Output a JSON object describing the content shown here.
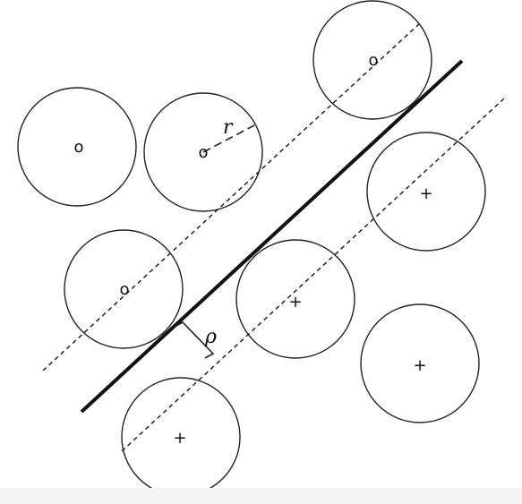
{
  "labels": {
    "radius": "r",
    "margin": "ρ"
  },
  "points": [
    {
      "cls": "o"
    },
    {
      "cls": "o"
    },
    {
      "cls": "o"
    },
    {
      "cls": "o"
    },
    {
      "cls": "+"
    },
    {
      "cls": "+"
    },
    {
      "cls": "+"
    },
    {
      "cls": "+"
    }
  ],
  "symbols": {
    "o": "o",
    "+": "+"
  }
}
